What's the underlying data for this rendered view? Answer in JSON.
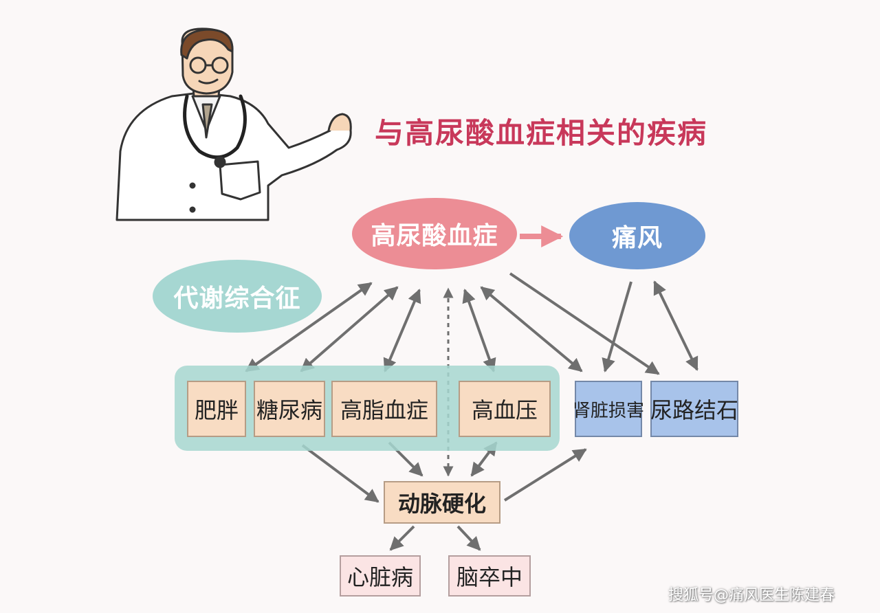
{
  "title": "与高尿酸血症相关的疾病",
  "nodes": {
    "hyperuricemia": "高尿酸血症",
    "gout": "痛风",
    "metabolic_syndrome": "代谢综合征",
    "obesity": "肥胖",
    "diabetes": "糖尿病",
    "hyperlipidemia": "高脂血症",
    "hypertension": "高血压",
    "kidney_damage": "肾脏损害",
    "urinary_stones": "尿路结石",
    "atherosclerosis": "动脉硬化",
    "heart_disease": "心脏病",
    "stroke": "脑卒中"
  },
  "watermark": "搜狐号@痛风医生陈建春",
  "colors": {
    "title": "#c8385a",
    "hyperuricemia_fill": "#ec8d95",
    "gout_fill": "#6f99d2",
    "metabolic_fill": "#a6d7d2",
    "arrow": "#6f6f6f"
  }
}
